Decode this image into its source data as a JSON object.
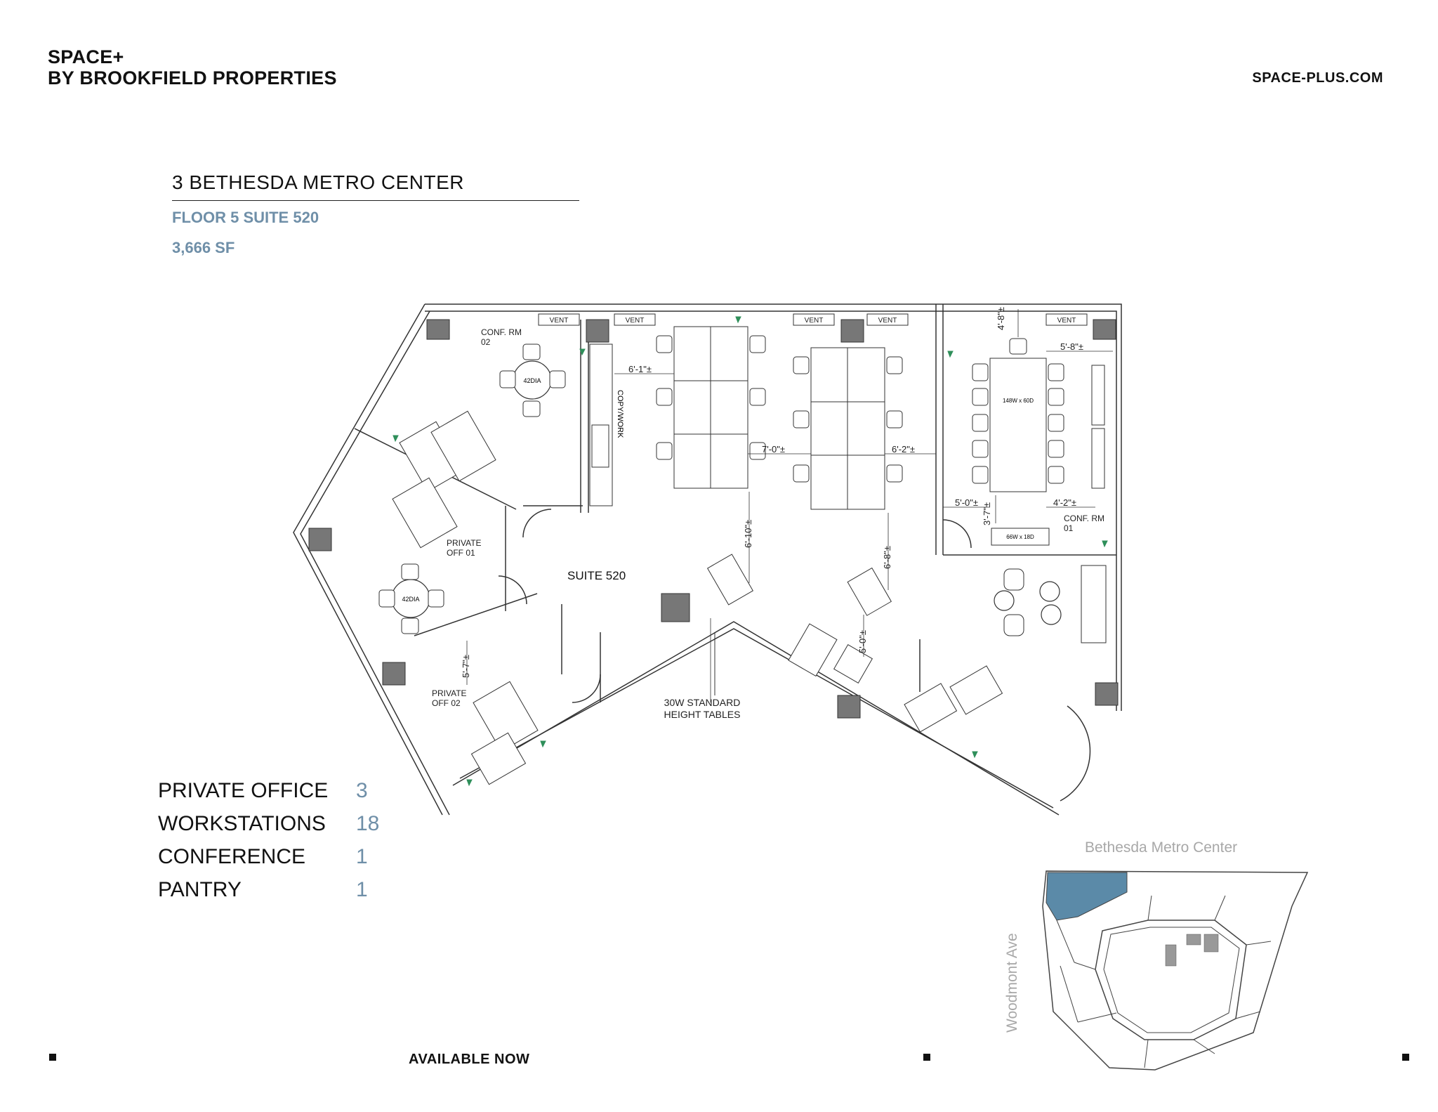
{
  "brand": {
    "line1": "SPACE+",
    "line2": "BY BROOKFIELD PROPERTIES"
  },
  "site": "SPACE-PLUS.COM",
  "property": {
    "name": "3 BETHESDA METRO CENTER",
    "floor_suite": "FLOOR 5 SUITE 520",
    "area": "3,666 SF"
  },
  "stats": [
    {
      "label": "PRIVATE OFFICE",
      "value": "3"
    },
    {
      "label": "WORKSTATIONS",
      "value": "18"
    },
    {
      "label": "CONFERENCE",
      "value": "1"
    },
    {
      "label": "PANTRY",
      "value": "1"
    }
  ],
  "availability": "AVAILABLE NOW",
  "plan": {
    "suite_label": "SUITE 520",
    "conf_rm_02": [
      "CONF. RM",
      "02"
    ],
    "conf_rm_01": [
      "CONF. RM",
      "01"
    ],
    "private_off_01": [
      "PRIVATE",
      "OFF 01"
    ],
    "private_off_02": [
      "PRIVATE",
      "OFF 02"
    ],
    "copy_work": "COPY/WORK",
    "tables_note": [
      "30W STANDARD",
      "HEIGHT TABLES"
    ],
    "vent": "VENT",
    "table_42": "42DIA",
    "conf_table": "148W x 60D",
    "credenza": "66W x 18D",
    "dims": [
      "6'-1\"±",
      "7'-0\"±",
      "6'-2\"±",
      "4'-8\"±",
      "5'-8\"±",
      "5'-0\"±",
      "3'-7\"±",
      "4'-2\"±",
      "6'-10\"±",
      "6'-8\"±",
      "5'-0\"±",
      "5'-7\"±"
    ]
  },
  "keyplan": {
    "street_top": "Bethesda Metro Center",
    "street_side": "Woodmont Ave"
  },
  "colors": {
    "accent": "#6f8fa8",
    "highlight": "#5b8aa8",
    "line": "#333333"
  }
}
